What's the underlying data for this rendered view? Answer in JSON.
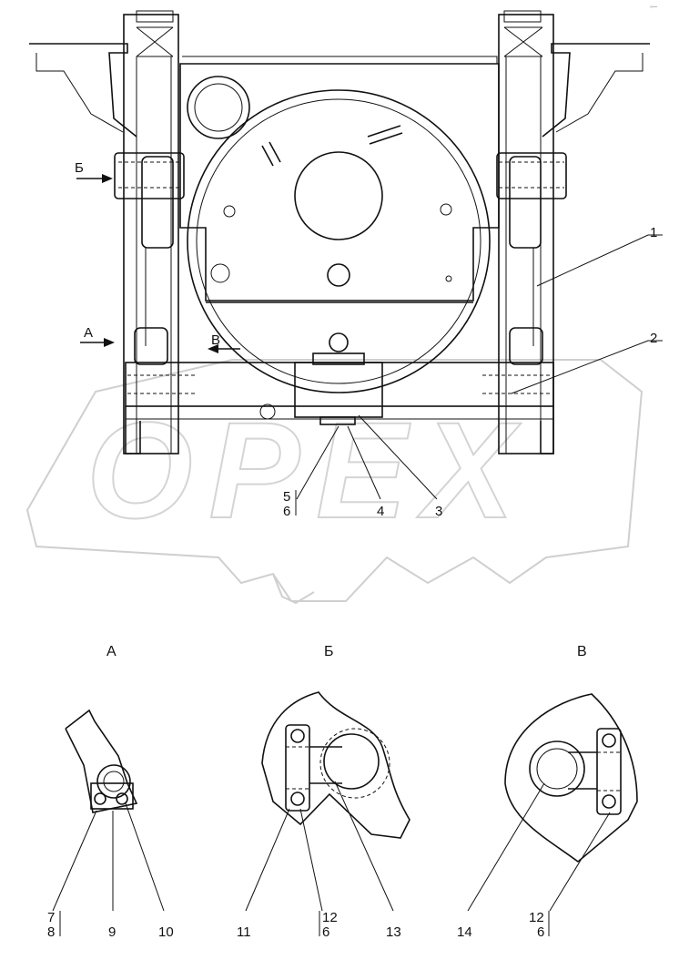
{
  "watermark": {
    "text": "OPEX"
  },
  "corner_mark": "○—",
  "direction_arrows": {
    "a": "А",
    "b": "Б",
    "v": "В"
  },
  "views": {
    "a": "А",
    "b": "Б",
    "v": "В"
  },
  "callouts": {
    "c1": "1",
    "c2": "2",
    "c3": "3",
    "c4": "4",
    "c5": "5",
    "c6": "6",
    "c7": "7",
    "c8": "8",
    "c9": "9",
    "c10": "10",
    "c11": "11",
    "c12": "12",
    "c6b": "6",
    "c13": "13",
    "c14": "14",
    "c12b": "12",
    "c6c": "6"
  }
}
